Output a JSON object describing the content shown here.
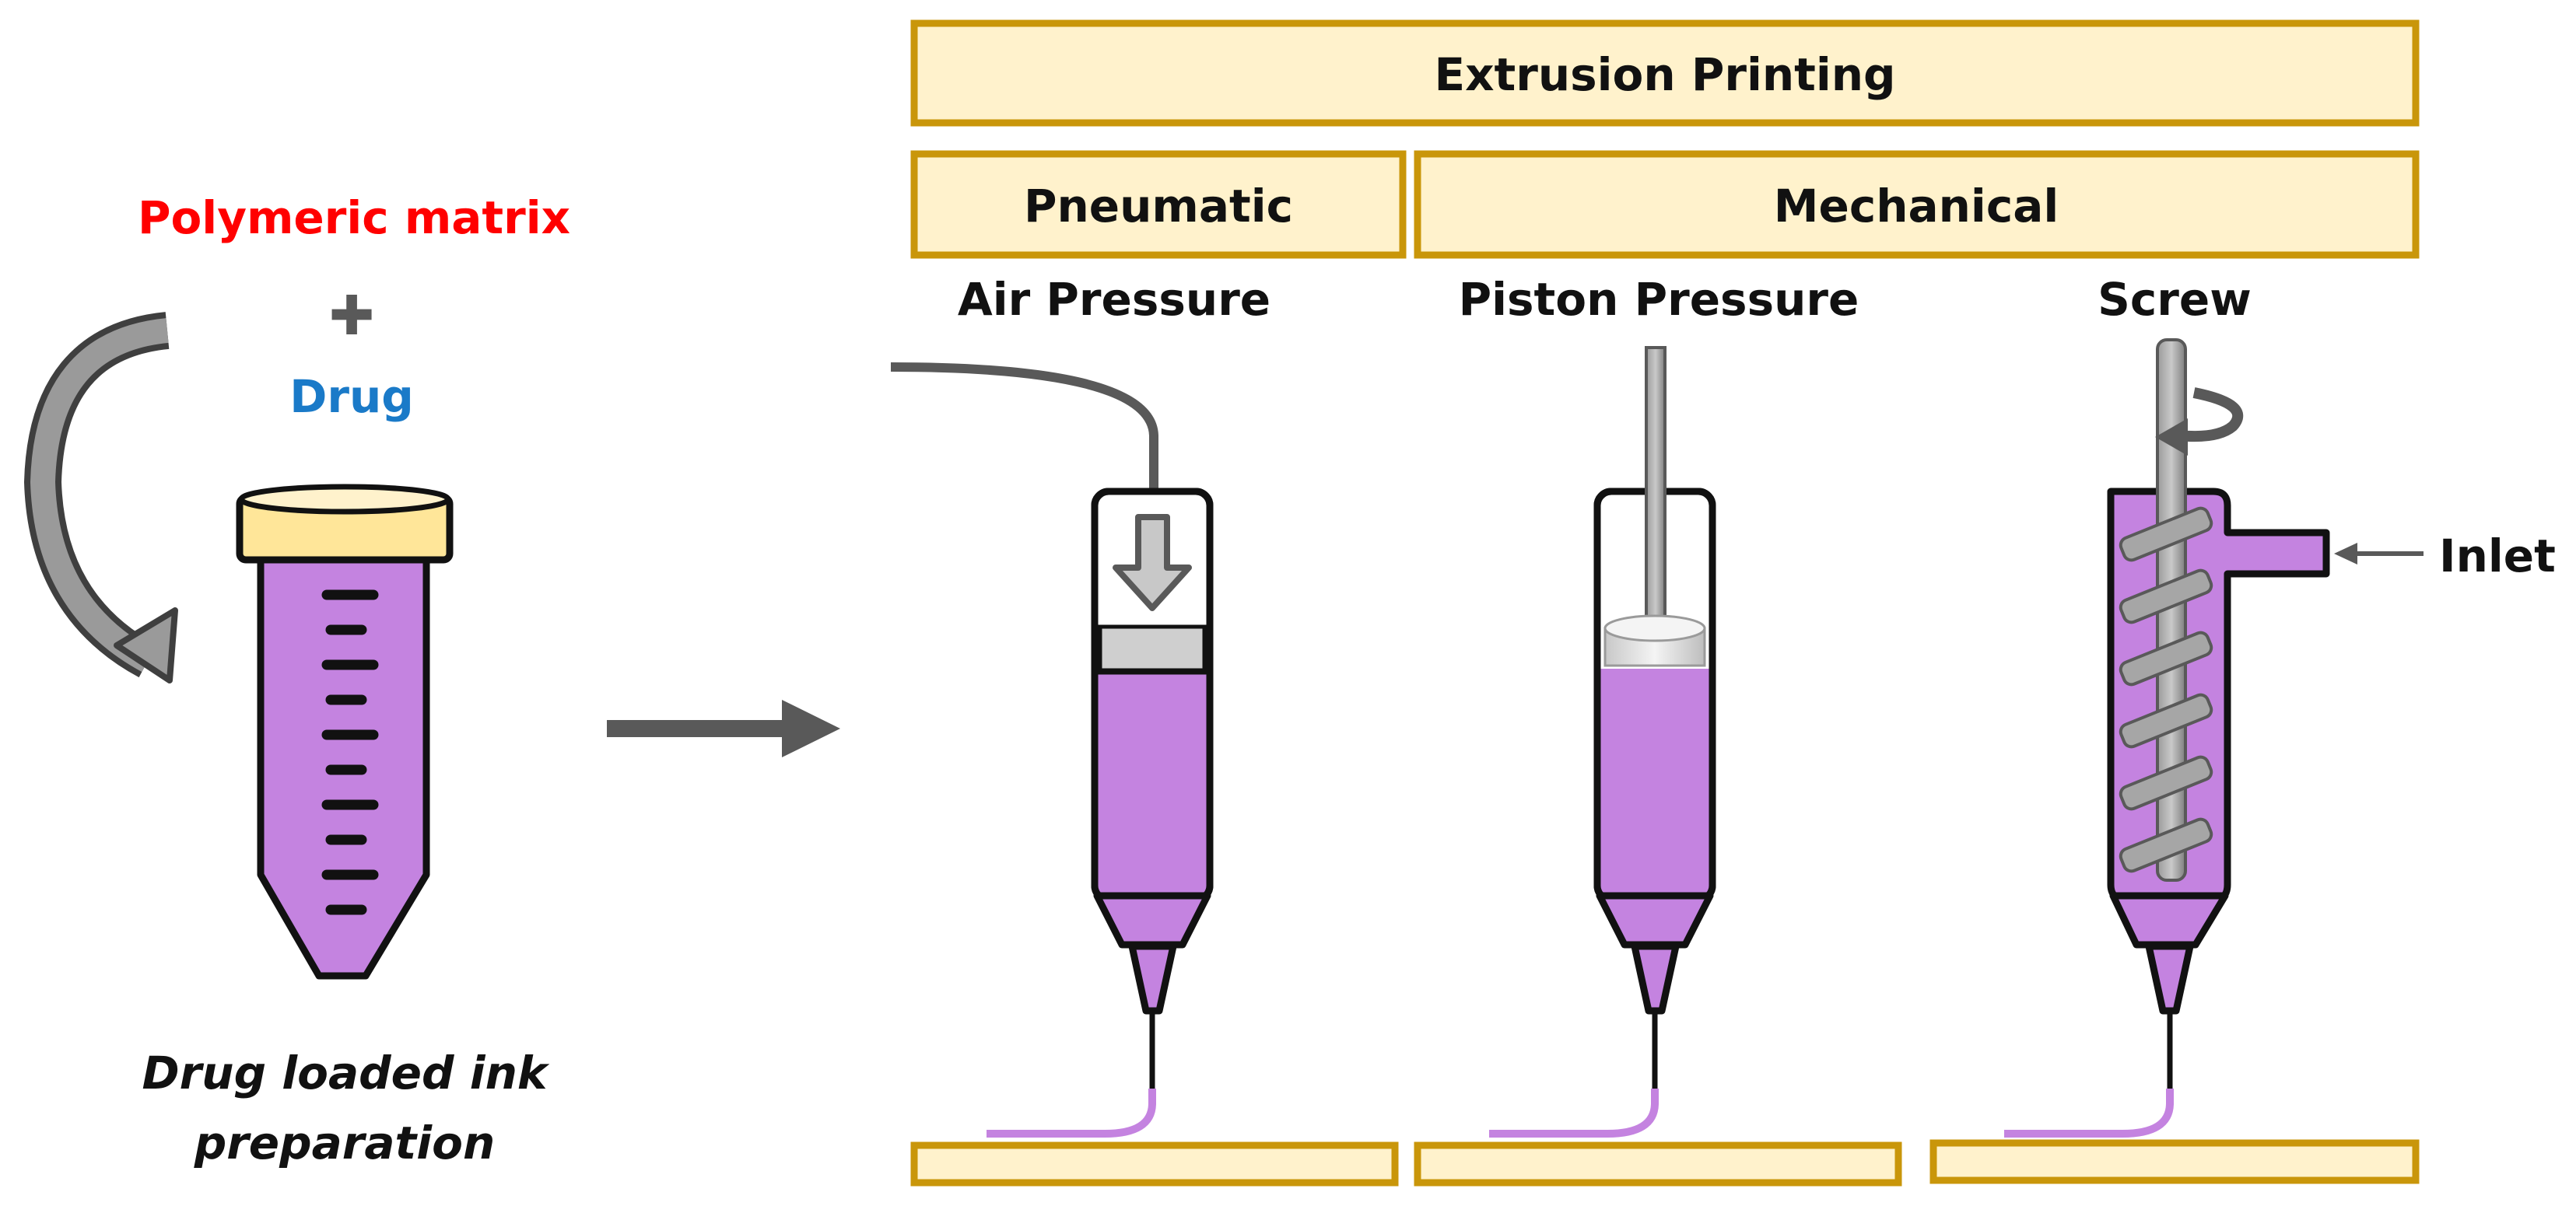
{
  "ingredients": {
    "matrix": "Polymeric matrix",
    "plus": "✚",
    "drug": "Drug"
  },
  "caption": {
    "line1": "Drug loaded ink",
    "line2": "preparation"
  },
  "headers": {
    "top": "Extrusion Printing",
    "left": "Pneumatic",
    "right": "Mechanical"
  },
  "methods": {
    "air": "Air Pressure",
    "piston": "Piston Pressure",
    "screw": "Screw",
    "inlet": "Inlet"
  },
  "colors": {
    "ink": "#c483e0",
    "header_fill": "#fff2cc",
    "header_border": "#c9960a",
    "matrix_text": "#ff0000",
    "drug_text": "#1a7ac8",
    "arrow": "#595959",
    "cap": "#ffe699"
  }
}
